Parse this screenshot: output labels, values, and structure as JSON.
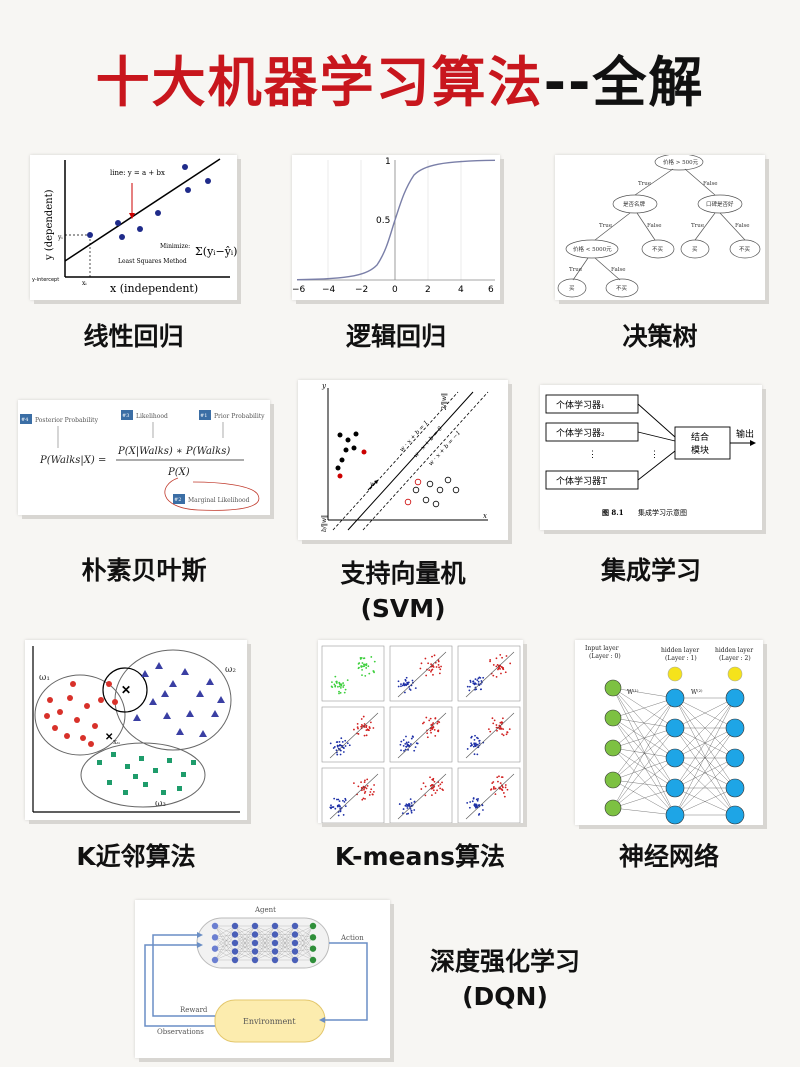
{
  "title": {
    "red": "十大机器学习算法",
    "black": "--全解"
  },
  "labels": {
    "linear": "线性回归",
    "logistic": "逻辑回归",
    "tree": "决策树",
    "bayes": "朴素贝叶斯",
    "svm_1": "支持向量机",
    "svm_2": "(SVM)",
    "ensemble": "集成学习",
    "knn": "K近邻算法",
    "kmeans": "K-means算法",
    "nn": "神经网络",
    "dqn_1": "深度强化学习",
    "dqn_2": "(DQN)"
  },
  "linear_card": {
    "ylabel": "y (dependent)",
    "xlabel": "x (independent)",
    "line_eq": "line: y = a + bx",
    "y_intercept": "y-intercept",
    "minimize": "Minimize:",
    "method": "Least Squares Method",
    "yi": "yᵢ",
    "xi": "xᵢ"
  },
  "logistic_card": {
    "x_ticks": [
      "−6",
      "−4",
      "−2",
      "0",
      "2",
      "4",
      "6"
    ],
    "y_ticks": [
      "0.5",
      "1"
    ]
  },
  "tree_card": {
    "root": "价格 > 500元",
    "left": "是否名牌",
    "right": "口碑是否好",
    "ll": "价格 < 5000元",
    "lr": "不买",
    "rl": "买",
    "rr": "不买",
    "lll": "买",
    "llr": "不买",
    "t": "True",
    "f": "False"
  },
  "bayes_card": {
    "b4": "#4",
    "b3": "#3",
    "b1": "#1",
    "b2": "#2",
    "posterior": "Posterior Probability",
    "likelihood": "Likelihood",
    "prior": "Prior Probability",
    "marginal": "Marginal Likelihood",
    "lhs": "P(Walks|X) =",
    "num": "P(X|Walks) ∗ P(Walks)",
    "den": "P(X)"
  },
  "svm_card": {
    "y": "y",
    "x": "x",
    "l1": "w · x + b = 1",
    "l0": "w · x + b = 0",
    "lm": "w · x + b = −1",
    "margin": "2/‖w‖",
    "w": "w",
    "b": "b/‖w‖"
  },
  "ensemble_card": {
    "learners": [
      "个体学习器₁",
      "个体学习器₂",
      "个体学习器T"
    ],
    "dots": "⋮",
    "combine_1": "结合",
    "combine_2": "模块",
    "output": "输出",
    "caption_num": "图 8.1",
    "caption": "集成学习示意图"
  },
  "knn_card": {
    "w1": "ω₁",
    "w2": "ω₂",
    "w3": "ω₃",
    "xu": "xᵤ"
  },
  "nn_card": {
    "input": "Input layer",
    "input_sub": "(Layer : 0)",
    "hidden1": "hidden layer",
    "hidden1_sub": "(Layer : 1)",
    "hidden2": "hidden layer",
    "hidden2_sub": "(Layer : 2)",
    "w1": "W⁽¹⁾",
    "w2": "W⁽²⁾"
  },
  "dqn_card": {
    "agent": "Agent",
    "action": "Action",
    "reward": "Reward",
    "observations": "Observations",
    "environment": "Environment"
  },
  "colors": {
    "title_red": "#c8161d",
    "dqn_env": "#fcecae",
    "nn_blue": "#1ea5e6",
    "nn_green": "#7dc142",
    "nn_yellow": "#f5e31b"
  }
}
